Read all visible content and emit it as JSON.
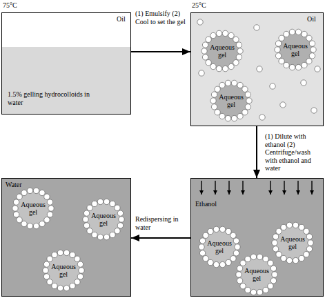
{
  "diagram": {
    "nodes": [
      {
        "text": [
          "Oil",
          "1.5% gelling hydrocolloids in water"
        ]
      },
      {
        "text": [
          "Oil"
        ]
      },
      {
        "text": [
          "Aqueous gel"
        ],
        "in": 1
      },
      {
        "text": [
          "Aqueous gel"
        ],
        "in": 1
      },
      {
        "text": [
          "Aqueous gel"
        ],
        "in": 1
      },
      {
        "text": [
          "Water"
        ]
      },
      {
        "text": [
          "Aqueous gel"
        ],
        "in": 5
      },
      {
        "text": [
          "Aqueous gel"
        ],
        "in": 5
      },
      {
        "text": [
          "Aqueous gel"
        ],
        "in": 5
      },
      {
        "text": [
          "Ethanol"
        ]
      },
      {
        "text": [
          "Aqueous gel"
        ],
        "in": 9
      },
      {
        "text": [
          "Aqueous gel"
        ],
        "in": 9
      },
      {
        "text": [
          "Aqueous gel"
        ],
        "in": 9
      }
    ],
    "edges": [
      {
        "from": 0,
        "to": 1,
        "arrow": "to",
        "label": "(1) Emulsify (2) Cool to set the gel"
      },
      {
        "from": 1,
        "to": 9,
        "arrow": "to",
        "label": "(1) Dilute with ethanol (2) Centrifuge/wash with ethanol and water"
      },
      {
        "from": 9,
        "to": 5,
        "arrow": "to",
        "label": "Redispersing in water"
      }
    ],
    "labels": [
      "75°C",
      "25°C"
    ]
  }
}
